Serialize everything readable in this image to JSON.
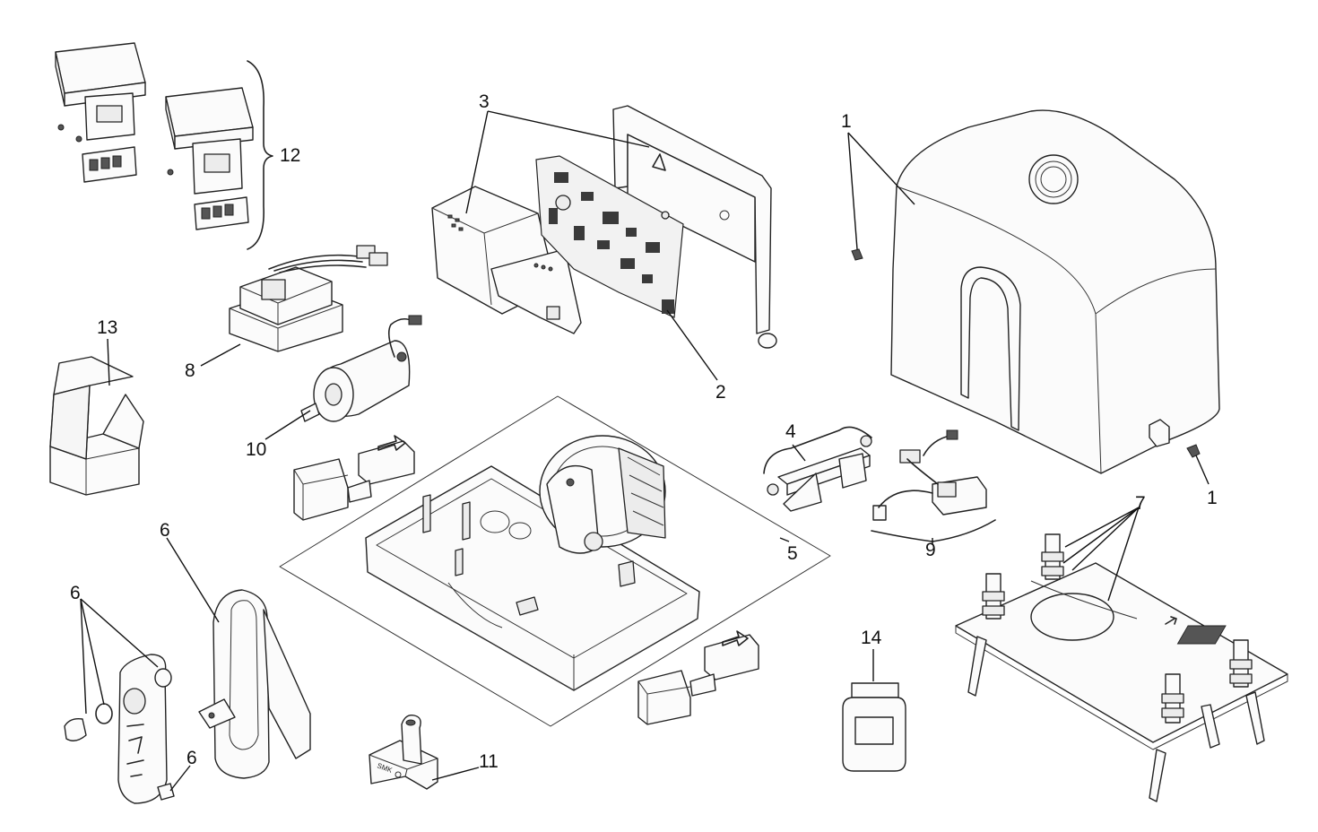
{
  "callouts": {
    "c1a": "1",
    "c1b": "1",
    "c2": "2",
    "c3": "3",
    "c4": "4",
    "c5": "5",
    "c6a": "6",
    "c6b": "6",
    "c6c": "6",
    "c7": "7",
    "c8": "8",
    "c9": "9",
    "c10": "10",
    "c11": "11",
    "c12": "12",
    "c13": "13",
    "c14": "14"
  },
  "part_text": {
    "key_marking": "SMK"
  }
}
